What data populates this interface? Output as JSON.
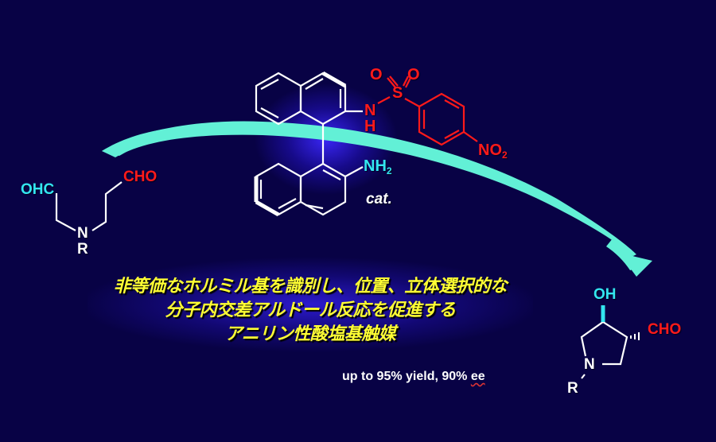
{
  "colors": {
    "background": "#080245",
    "arrow": "#62f0d6",
    "highlight_cyan": "#33e6f0",
    "highlight_red": "#ff1a1a",
    "bond_white": "#ffffff",
    "caption_yellow": "#ffff33"
  },
  "substrate": {
    "left_group": "OHC",
    "right_group": "CHO",
    "nitrogen": "N",
    "substituent": "R"
  },
  "catalyst": {
    "sulfonamide_n": "N",
    "sulfonamide_h": "H",
    "sulfur": "S",
    "oxygen_1": "O",
    "oxygen_2": "O",
    "nitro_label": "NO",
    "nitro_sub": "2",
    "amine_label": "NH",
    "amine_sub": "2",
    "cat_label": "cat."
  },
  "product": {
    "hydroxyl": "OH",
    "aldehyde": "CHO",
    "nitrogen": "N",
    "substituent": "R"
  },
  "caption": {
    "line1": "非等価なホルミル基を識別し、位置、立体選択的な",
    "line2": "分子内交差アルドール反応を促進する",
    "line3": "アニリン性酸塩基触媒"
  },
  "result": {
    "text": "up to 95% yield, 90% ",
    "ee": "ee"
  }
}
